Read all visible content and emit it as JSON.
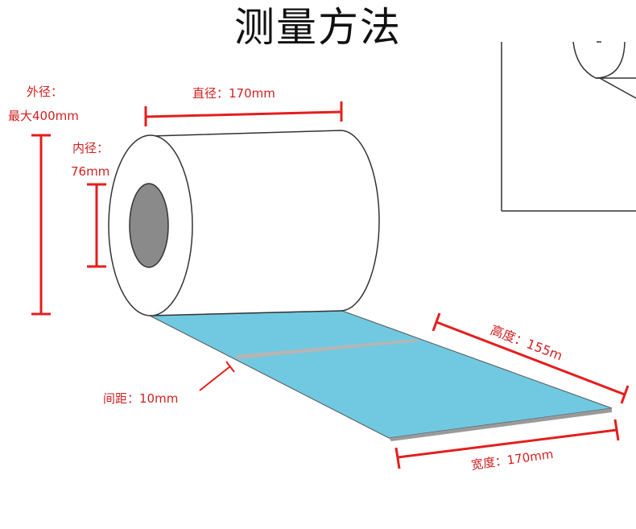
{
  "title": "测量方法",
  "colors": {
    "dimension": "#e41e1e",
    "label": "#d21f1f",
    "label_face": "#70c9e0",
    "core": "#8a8a8a",
    "outline": "#333333",
    "gap": "#b5b5b5"
  },
  "labels": {
    "outer_diameter_line1": "外径：",
    "outer_diameter_line2": "最大400mm",
    "roll_diameter": "直径：170mm",
    "inner_diameter_line1": "内径：",
    "inner_diameter_line2": "76mm",
    "gap": "间距：10mm",
    "height": "高度：155m",
    "width": "宽度：170mm"
  }
}
